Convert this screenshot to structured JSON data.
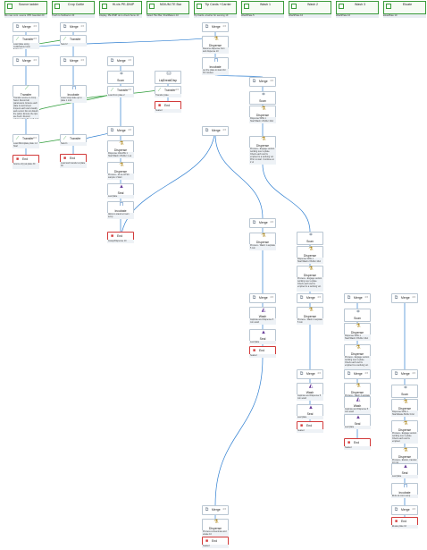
{
  "colors": {
    "wire_blue": "#2f7fd1",
    "wire_green": "#2f9d3a",
    "end_red": "#d23a3a",
    "header_green": "#3a9b3a"
  },
  "columns": [
    {
      "title": "Source ladder",
      "note": "Bin max cont. source VPD Gauntlet 20"
    },
    {
      "title": "Crop Cuttle",
      "note": "Trach to SoilGal or 20"
    },
    {
      "title": "Hi-vis PE-DNIP",
      "note": "Display, PE-DNIP ok to check Sens 10"
    },
    {
      "title": "NDIUM-TE Bar",
      "note": "Select TEx Bar, ShelfZaksm 10"
    },
    {
      "title": "Tip Cards +Carrier",
      "note": "Tip Cards +Carrier for sensing 10"
    },
    {
      "title": "Wash 1",
      "note": "WashPlate 5"
    },
    {
      "title": "Wash 2",
      "note": "WashPlate 10"
    },
    {
      "title": "Wash 3",
      "note": "WashPlate 10"
    },
    {
      "title": "Eluate",
      "note": "ElutePlate 10"
    }
  ],
  "nodes": {
    "n1": {
      "label": "Merge",
      "num": "4 6",
      "icon": "merge-icon"
    },
    "n2": {
      "label": "Transfer",
      "num": "4 6",
      "icon": "transfer-icon",
      "desc": "Load plate using multichannel onto 5x/Source"
    },
    "n3": {
      "label": "Merge",
      "num": "4 6",
      "icon": "merge-icon"
    },
    "n4": {
      "label": "Transfer",
      "num": "",
      "icon": "transfer-icon",
      "desc": "Transfer source to Crop Sand. Record all parameters. Ensure each plate is well-mixed. Inspect each well visually and record. Do not disturb the pellet. Ensure the tips are fresh. Record volumes from the well and note any issues. Complete and log the result file."
    },
    "n5": {
      "label": "Transfer",
      "num": "6 6",
      "icon": "transfer-icon",
      "desc": "Load Microplate plate 1.2 Start"
    },
    "n6": {
      "label": "End",
      "num": "",
      "icon": "end-icon",
      "desc": "Source 2(n) at plate 30"
    },
    "n7": {
      "label": "Merge",
      "num": "4 6",
      "icon": "merge-icon"
    },
    "n8": {
      "label": "Transfer",
      "num": "",
      "icon": "transfer-icon",
      "desc": "Sand 2"
    },
    "n9": {
      "label": "Merge",
      "num": "4 6",
      "icon": "merge-icon"
    },
    "n10": {
      "label": "Incubate",
      "num": "",
      "icon": "incubate-icon",
      "desc": "Lower stop state up to plate 1 minl"
    },
    "n11": {
      "label": "Transfer",
      "num": "",
      "icon": "transfer-icon",
      "desc": "Sand 1"
    },
    "n12": {
      "label": "End",
      "num": "",
      "icon": "end-icon",
      "desc": "Load and transfer at plate 30"
    },
    "n13": {
      "label": "Merge",
      "num": "4 6",
      "icon": "merge-icon"
    },
    "n14": {
      "label": "Scan",
      "num": "",
      "icon": "scan-icon"
    },
    "n15": {
      "label": "Transfer",
      "num": "4 6",
      "icon": "transfer-icon",
      "desc": "Load from plate 2"
    },
    "n16": {
      "label": "Merge",
      "num": "4 6",
      "icon": "merge-icon"
    },
    "n17": {
      "label": "Dispense",
      "num": "",
      "icon": "dispense-icon",
      "desc": "Dispense 10uL/PE 1 Start/Wash 4 Buffer 1 ea"
    },
    "n18": {
      "label": "Dispense",
      "num": "",
      "icon": "dispense-icon",
      "desc": "Process - 20 uL DTSC sample 1 Start"
    },
    "n19": {
      "label": "Seal",
      "num": "",
      "icon": "seal-icon",
      "desc": "seal plate"
    },
    "n20": {
      "label": "Incubate",
      "num": "",
      "icon": "incubate-icon",
      "desc": "Allow to stand at room temp"
    },
    "n21": {
      "label": "End",
      "num": "",
      "icon": "end-icon",
      "desc": "Assay/Dispense 10"
    },
    "n22": {
      "label": "LiqBreakDisp",
      "num": "",
      "icon": "liquid-icon"
    },
    "n23": {
      "label": "Transfer",
      "num": "4 6",
      "icon": "transfer-icon",
      "desc": "Transfer plate"
    },
    "n24": {
      "label": "End",
      "num": "",
      "icon": "end-icon",
      "desc": "Sealed"
    },
    "n25": {
      "label": "Merge",
      "num": "4 6",
      "icon": "merge-icon"
    },
    "n26": {
      "label": "Dispense",
      "num": "",
      "icon": "dispense-icon",
      "desc": "Resume dispense from and dispense 10"
    },
    "n27": {
      "label": "Incubate",
      "num": "",
      "icon": "incubate-icon",
      "desc": "Let the plate to stand for 30 minutes"
    },
    "n28": {
      "label": "Merge",
      "num": "4 6",
      "icon": "merge-icon"
    },
    "n29": {
      "label": "Scan",
      "num": "",
      "icon": "scan-icon"
    },
    "n30": {
      "label": "Dispense",
      "num": "",
      "icon": "dispense-icon",
      "desc": "Dispense 5/PE 1 Start/Wash 1 Buffer 10ul"
    },
    "n31": {
      "label": "Dispense",
      "num": "",
      "icon": "dispense-icon",
      "desc": "Process - Engage suction working over a plate. Check each well is emptied to a working vol. Prior to start. Continue at 2 ul"
    },
    "n32": {
      "label": "Merge",
      "num": "4 6",
      "icon": "merge-icon"
    },
    "n33": {
      "label": "Merge",
      "num": "4 6",
      "icon": "merge-icon"
    },
    "n34": {
      "label": "Dispense",
      "num": "",
      "icon": "dispense-icon",
      "desc": "Process - Wash 1 aspirate 5 min"
    },
    "n35": {
      "label": "Scan",
      "num": "",
      "icon": "scan-icon"
    },
    "n36": {
      "label": "Dispense",
      "num": "",
      "icon": "dispense-icon",
      "desc": "Dispense 5/PE 1 Start/Wash 2 Buffer 10ul"
    },
    "n37": {
      "label": "Dispense",
      "num": "",
      "icon": "dispense-icon",
      "desc": "Process - Engage suction working over a plate. Check each well is emptied to a working vol."
    },
    "n38": {
      "label": "Merge",
      "num": "4 6",
      "icon": "merge-icon"
    },
    "n39": {
      "label": "Wash",
      "num": "",
      "icon": "wash-icon",
      "desc": "Aspirate and Dispense 5 min wash"
    },
    "n40": {
      "label": "Seal",
      "num": "",
      "icon": "seal-icon",
      "desc": "seal plate"
    },
    "n41": {
      "label": "End",
      "num": "",
      "icon": "end-icon",
      "desc": "Sealed"
    },
    "n42": {
      "label": "Merge",
      "num": "4 6",
      "icon": "merge-icon"
    },
    "n43": {
      "label": "Dispense",
      "num": "",
      "icon": "dispense-icon",
      "desc": "Process - Wash 2 aspirate 5 min"
    },
    "n44": {
      "label": "Merge",
      "num": "4 6",
      "icon": "merge-icon"
    },
    "n45": {
      "label": "Merge",
      "num": "4 6",
      "icon": "merge-icon"
    },
    "n46": {
      "label": "Scan",
      "num": "",
      "icon": "scan-icon"
    },
    "n47": {
      "label": "Dispense",
      "num": "",
      "icon": "dispense-icon",
      "desc": "Dispense 5/PE 1 Start/Wash 3 Buffer 10ul"
    },
    "n48": {
      "label": "Dispense",
      "num": "",
      "icon": "dispense-icon",
      "desc": "Process - Engage suction working over a plate. Check each well is emptied to a working vol."
    },
    "n49": {
      "label": "Merge",
      "num": "4 6",
      "icon": "merge-icon"
    },
    "n50": {
      "label": "Wash",
      "num": "",
      "icon": "wash-icon",
      "desc": "Aspirate and Dispense 5 min wash"
    },
    "n51": {
      "label": "Seal",
      "num": "",
      "icon": "seal-icon",
      "desc": "seal plate"
    },
    "n52": {
      "label": "End",
      "num": "",
      "icon": "end-icon",
      "desc": "Sealed"
    },
    "n53": {
      "label": "Merge",
      "num": "4 6",
      "icon": "merge-icon"
    },
    "n54": {
      "label": "Dispense",
      "num": "",
      "icon": "dispense-icon",
      "desc": "Process - Wash 3 aspirate 5 min"
    },
    "n55": {
      "label": "Wash",
      "num": "",
      "icon": "wash-icon",
      "desc": "Aspirate and Dispense 5 min wash"
    },
    "n56": {
      "label": "Seal",
      "num": "",
      "icon": "seal-icon",
      "desc": "seal plate"
    },
    "n57": {
      "label": "End",
      "num": "",
      "icon": "end-icon",
      "desc": "Sealed"
    },
    "n58": {
      "label": "Merge",
      "num": "4 6",
      "icon": "merge-icon"
    },
    "n59": {
      "label": "Scan",
      "num": "",
      "icon": "scan-icon"
    },
    "n60": {
      "label": "Dispense",
      "num": "",
      "icon": "dispense-icon",
      "desc": "Dispense 5/PE 1 Start/Eluate Buffer 10ul"
    },
    "n61": {
      "label": "Dispense",
      "num": "",
      "icon": "dispense-icon",
      "desc": "Process - Engage suction working over a plate. Check each well is emptied."
    },
    "n62": {
      "label": "Dispense",
      "num": "",
      "icon": "dispense-icon",
      "desc": "Process - Elution, transfer 10 min"
    },
    "n63": {
      "label": "Seal",
      "num": "",
      "icon": "seal-icon",
      "desc": "seal plate"
    },
    "n64": {
      "label": "Incubate",
      "num": "",
      "icon": "incubate-icon",
      "desc": "Elute at room temp"
    },
    "n65": {
      "label": "Merge",
      "num": "4 6",
      "icon": "merge-icon"
    },
    "n66": {
      "label": "Dispense",
      "num": "",
      "icon": "dispense-icon",
      "desc": "Process concentrate and eluate 10"
    },
    "n67": {
      "label": "End",
      "num": "",
      "icon": "end-icon",
      "desc": "Sealed"
    },
    "n68": {
      "label": "Merge",
      "num": "4 6",
      "icon": "merge-icon"
    },
    "n69": {
      "label": "End",
      "num": "",
      "icon": "end-icon",
      "desc": "Eluate plate 10"
    }
  }
}
